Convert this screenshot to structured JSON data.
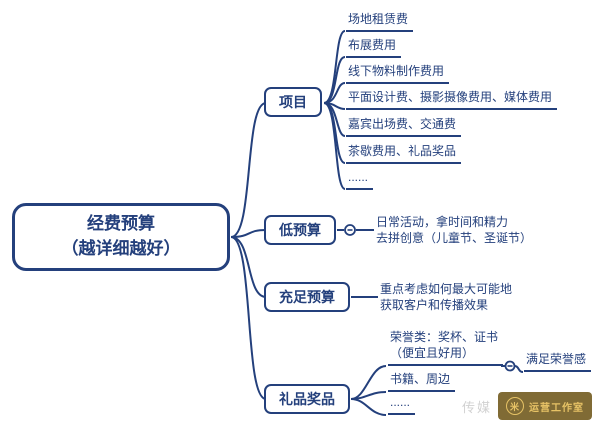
{
  "root": {
    "line1": "经费预算",
    "line2": "（越详细越好）"
  },
  "branches": [
    {
      "label": "项目"
    },
    {
      "label": "低预算"
    },
    {
      "label": "充足预算"
    },
    {
      "label": "礼品奖品"
    }
  ],
  "project_items": [
    "场地租赁费",
    "布展费用",
    "线下物料制作费用",
    "平面设计费、摄影摄像费用、媒体费用",
    "嘉宾出场费、交通费",
    "茶歇费用、礼品奖品",
    "......"
  ],
  "low_budget": {
    "line1": "日常活动，拿时间和精力",
    "line2": "去拼创意（儿童节、圣诞节）"
  },
  "ample_budget": {
    "line1": "重点考虑如何最大可能地",
    "line2": "获取客户和传播效果"
  },
  "gifts": {
    "honor_line1": "荣誉类：奖杯、证书",
    "honor_line2": "（便宜且好用）",
    "honor_child": "满足荣誉感",
    "books": "书籍、周边",
    "dots": "......"
  },
  "watermark": {
    "faint_text": "传媒",
    "logo_glyph": "米",
    "badge_text": "运营工作室"
  },
  "colors": {
    "primary": "#24407C",
    "watermark_gold": "#E3B94C"
  }
}
